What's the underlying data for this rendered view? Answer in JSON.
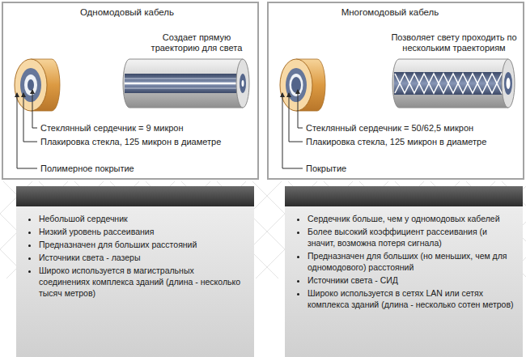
{
  "diagram": {
    "nodes": [
      {
        "text": [
          "Одномодовый кабель"
        ]
      },
      {
        "text": [
          "Многомодовый кабель"
        ]
      },
      {
        "text": [
          "Небольшой сердечник",
          "Низкий уровень рассеивания",
          "Предназначен для больших расстояний",
          "Источники света - лазеры",
          "Широко используется в магистральных соединениях комплекса зданий (длина - несколько тысяч метров)"
        ]
      },
      {
        "text": [
          "Сердечник больше, чем у одномодовых кабелей",
          "Более высокий коэффициент рассеивания (и значит, возможна потеря сигнала)",
          "Предназначен для больших (но меньших, чем для одномодового) расстояний",
          "Источники света - СИД",
          "Широко используется в сетях LAN или сетях комплекса зданий (длина - несколько сотен метров)"
        ]
      }
    ],
    "labels": [
      "Создает прямую траекторию для света",
      "Стеклянный сердечник = 9 микрон",
      "Плакировка стекла, 125 микрон в диаметре",
      "Полимерное покрытие",
      "Позволяет свету проходить по нескольким траекториям",
      "Стеклянный сердечник = 50/62,5 микрон",
      "Плакировка стекла, 125 микрон в диаметре",
      "Покрытие"
    ]
  }
}
